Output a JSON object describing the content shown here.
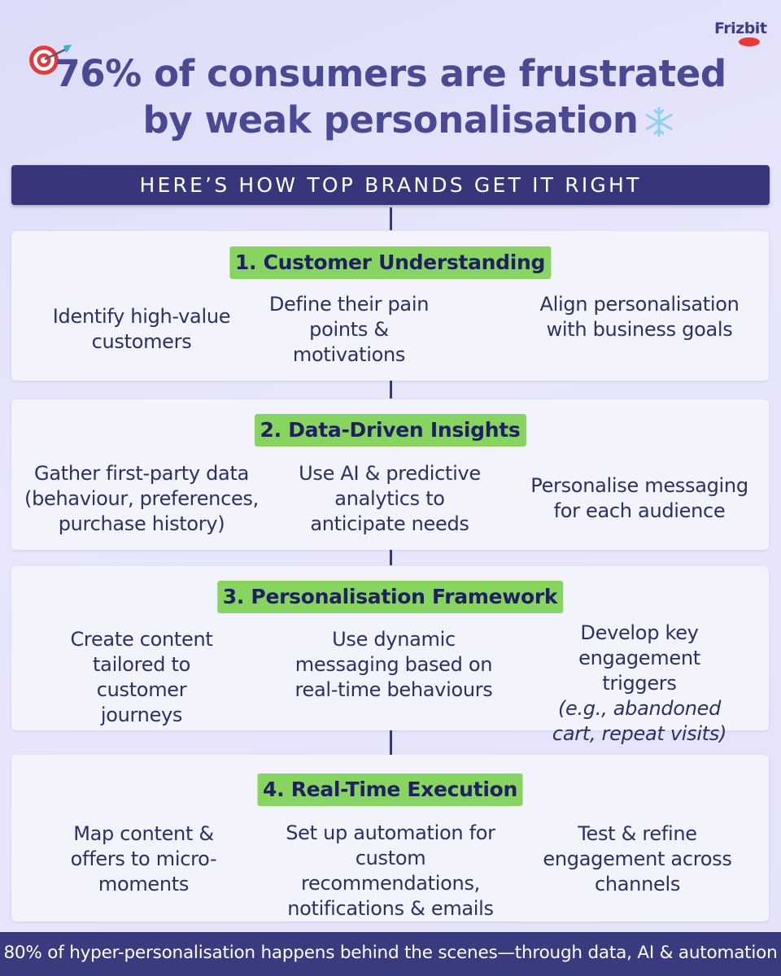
{
  "brand": {
    "logo_text": "Frizbit"
  },
  "headline": {
    "line1": "76% of consumers are frustrated",
    "line2": "by weak personalisation"
  },
  "banner": "HERE’S HOW TOP BRANDS GET IT RIGHT",
  "steps": [
    {
      "title": "1. Customer Understanding",
      "items": [
        "Identify high-value customers",
        "Define their pain points & motivations",
        "Align personalisation with business goals"
      ]
    },
    {
      "title": "2. Data-Driven Insights",
      "items": [
        "Gather first-party data (behaviour, preferences, purchase history)",
        "Use AI & predictive analytics to anticipate needs",
        "Personalise messaging for each audience"
      ]
    },
    {
      "title": "3. Personalisation Framework",
      "items": [
        "Create content tailored to customer journeys",
        "Use dynamic messaging based on real-time behaviours",
        "Develop key engagement triggers",
        "(e.g., abandoned cart, repeat visits)"
      ]
    },
    {
      "title": "4. Real-Time Execution",
      "items": [
        "Map content & offers to micro-moments",
        "Set up automation for custom recommendations, notifications & emails",
        "Test & refine engagement across channels"
      ]
    }
  ],
  "footer": "80% of hyper-personalisation happens behind the scenes—through data, AI & automation",
  "icons": [
    "target-dart-icon",
    "snowflake-icon"
  ],
  "colors": {
    "navy": "#37367a",
    "green_pill": "#88d460",
    "headline": "#4a4993",
    "text": "#2e2f62"
  }
}
